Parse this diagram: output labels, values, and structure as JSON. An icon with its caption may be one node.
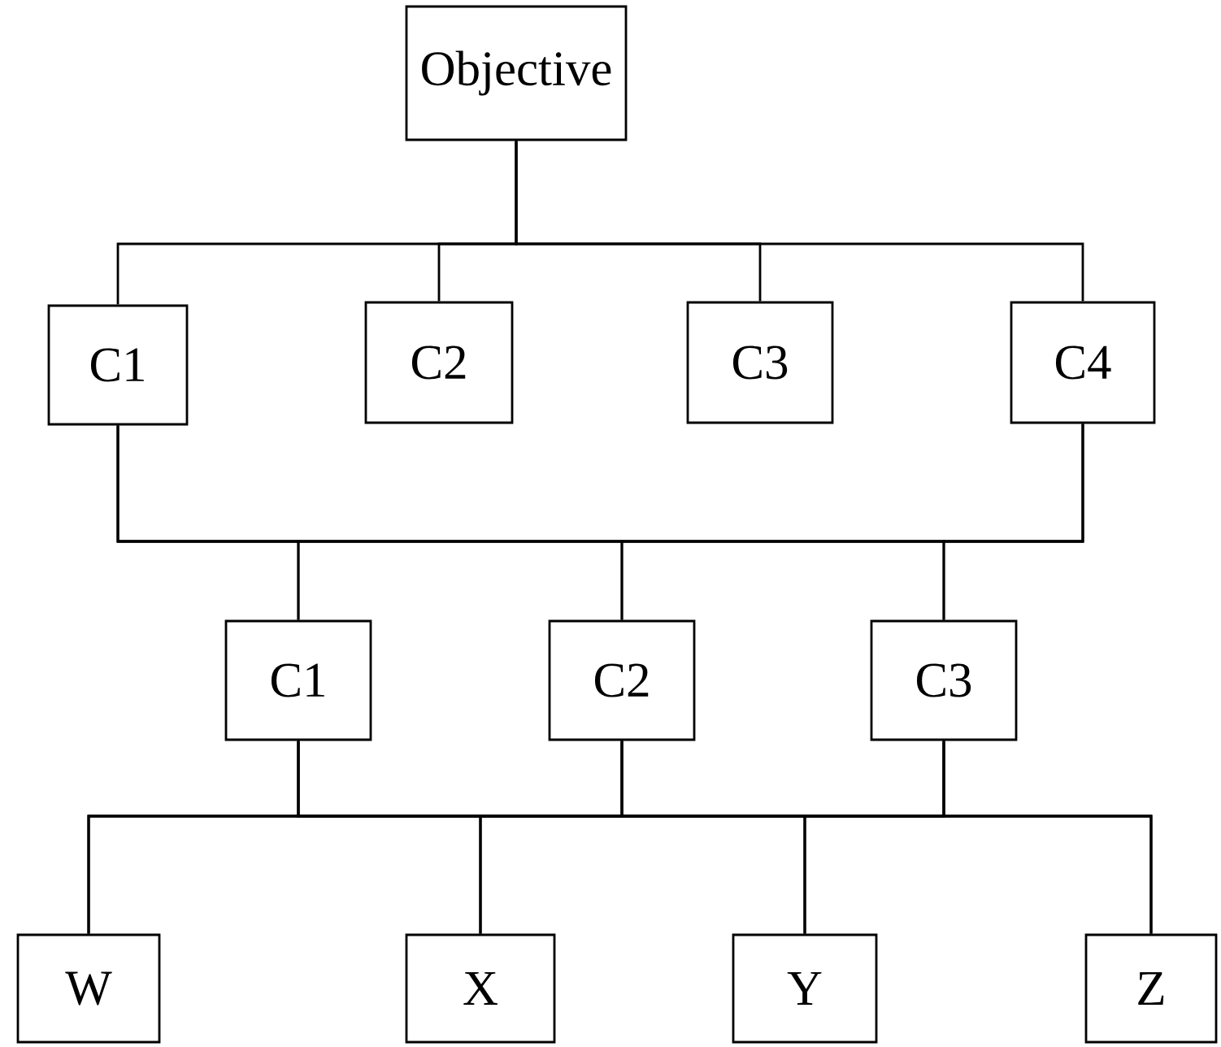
{
  "diagram": {
    "nodes": [
      {
        "text": [
          "Objective"
        ]
      },
      {
        "text": [
          "C1"
        ]
      },
      {
        "text": [
          "C2"
        ]
      },
      {
        "text": [
          "C3"
        ]
      },
      {
        "text": [
          "C4"
        ]
      },
      {
        "text": [
          "C1"
        ]
      },
      {
        "text": [
          "C2"
        ]
      },
      {
        "text": [
          "C3"
        ]
      },
      {
        "text": [
          "W"
        ]
      },
      {
        "text": [
          "X"
        ]
      },
      {
        "text": [
          "Y"
        ]
      },
      {
        "text": [
          "Z"
        ]
      }
    ],
    "edges": [
      {
        "from": 0,
        "to": 1,
        "arrow": "none"
      },
      {
        "from": 0,
        "to": 2,
        "arrow": "none"
      },
      {
        "from": 0,
        "to": 3,
        "arrow": "none"
      },
      {
        "from": 0,
        "to": 4,
        "arrow": "none"
      },
      {
        "from": 1,
        "to": 5,
        "arrow": "none"
      },
      {
        "from": 1,
        "to": 6,
        "arrow": "none"
      },
      {
        "from": 1,
        "to": 7,
        "arrow": "none"
      },
      {
        "from": 4,
        "to": 5,
        "arrow": "none"
      },
      {
        "from": 4,
        "to": 6,
        "arrow": "none"
      },
      {
        "from": 4,
        "to": 7,
        "arrow": "none"
      },
      {
        "from": 5,
        "to": 8,
        "arrow": "none"
      },
      {
        "from": 5,
        "to": 9,
        "arrow": "none"
      },
      {
        "from": 5,
        "to": 10,
        "arrow": "none"
      },
      {
        "from": 5,
        "to": 11,
        "arrow": "none"
      },
      {
        "from": 6,
        "to": 8,
        "arrow": "none"
      },
      {
        "from": 6,
        "to": 9,
        "arrow": "none"
      },
      {
        "from": 6,
        "to": 10,
        "arrow": "none"
      },
      {
        "from": 6,
        "to": 11,
        "arrow": "none"
      },
      {
        "from": 7,
        "to": 8,
        "arrow": "none"
      },
      {
        "from": 7,
        "to": 9,
        "arrow": "none"
      },
      {
        "from": 7,
        "to": 10,
        "arrow": "none"
      },
      {
        "from": 7,
        "to": 11,
        "arrow": "none"
      }
    ]
  }
}
